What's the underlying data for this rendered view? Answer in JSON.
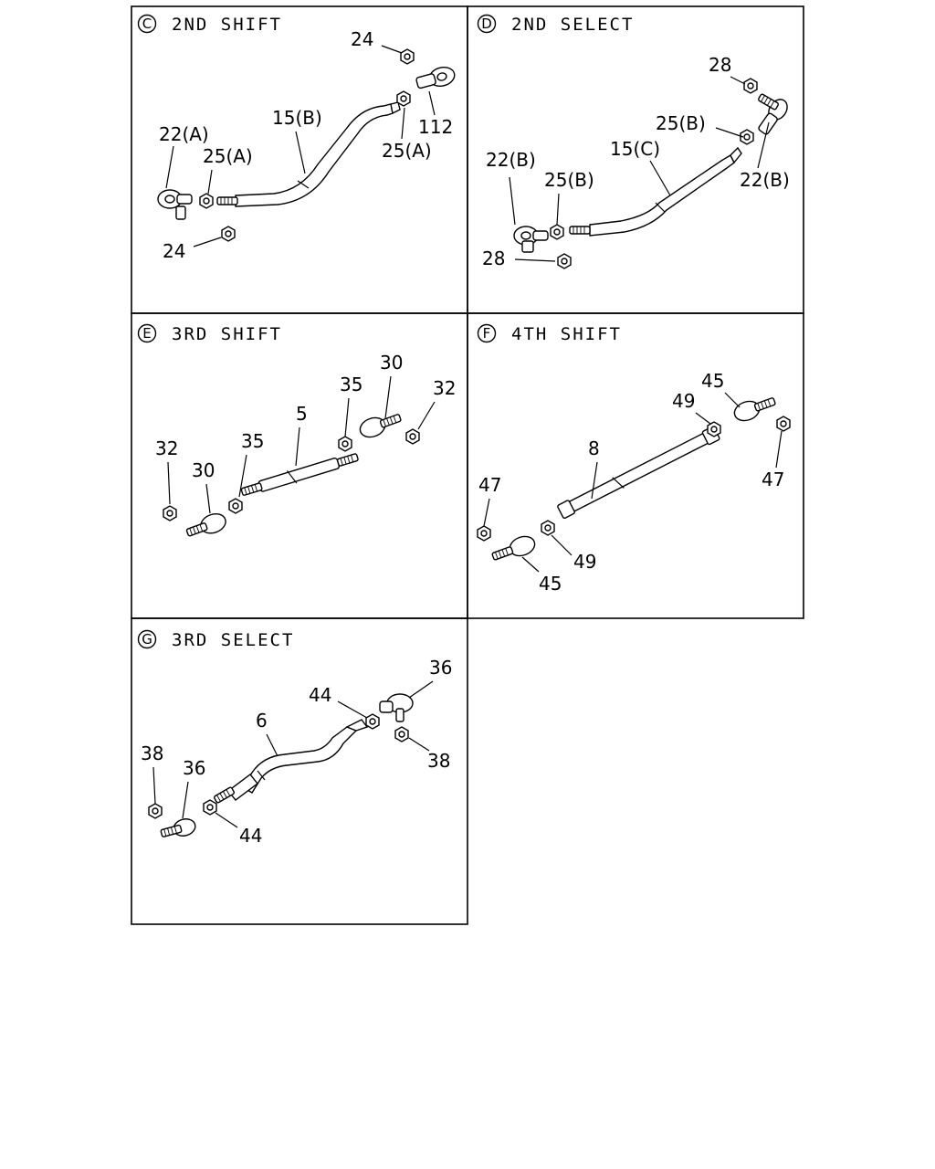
{
  "panels": [
    {
      "letter": "C",
      "title": "2ND SHIFT",
      "callouts": [
        "24",
        "112",
        "15(B)",
        "25(A)",
        "22(A)",
        "25(A)",
        "24"
      ]
    },
    {
      "letter": "D",
      "title": "2ND SELECT",
      "callouts": [
        "28",
        "25(B)",
        "22(B)",
        "15(C)",
        "22(B)",
        "25(B)",
        "28"
      ]
    },
    {
      "letter": "E",
      "title": "3RD SHIFT",
      "callouts": [
        "30",
        "35",
        "32",
        "5",
        "35",
        "32",
        "30"
      ]
    },
    {
      "letter": "F",
      "title": "4TH SHIFT",
      "callouts": [
        "45",
        "49",
        "47",
        "8",
        "47",
        "49",
        "45"
      ]
    },
    {
      "letter": "G",
      "title": "3RD SELECT",
      "callouts": [
        "36",
        "44",
        "6",
        "38",
        "36",
        "38",
        "44"
      ]
    }
  ]
}
